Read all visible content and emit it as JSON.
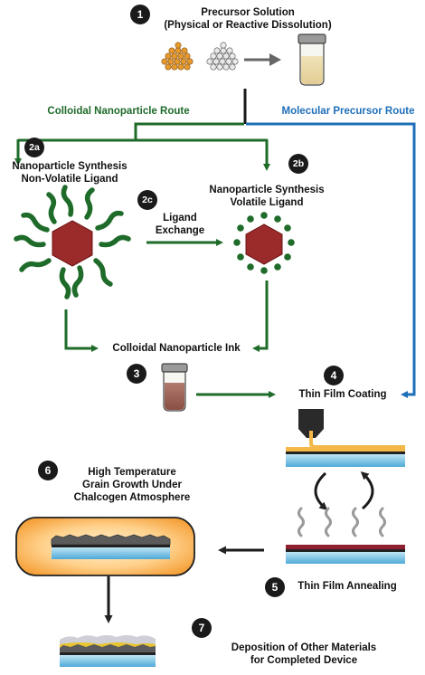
{
  "steps": {
    "s1": {
      "num": "1",
      "line1": "Precursor Solution",
      "line2": "(Physical or Reactive Dissolution)"
    },
    "s2a": {
      "num": "2a",
      "line1": "Nanoparticle Synthesis",
      "line2": "Non-Volatile Ligand"
    },
    "s2b": {
      "num": "2b",
      "line1": "Nanoparticle Synthesis",
      "line2": "Volatile Ligand"
    },
    "s2c": {
      "num": "2c",
      "line1": "Ligand",
      "line2": "Exchange"
    },
    "s3": {
      "num": "3",
      "label": "Colloidal Nanoparticle Ink"
    },
    "s4": {
      "num": "4",
      "label": "Thin Film Coating"
    },
    "s5": {
      "num": "5",
      "label": "Thin Film Annealing"
    },
    "s6": {
      "num": "6",
      "line1": "High Temperature",
      "line2": "Grain Growth Under",
      "line3": "Chalcogen Atmosphere"
    },
    "s7": {
      "num": "7",
      "line1": "Deposition of Other Materials",
      "line2": "for Completed Device"
    }
  },
  "routes": {
    "colloidal": "Colloidal Nanoparticle Route",
    "molecular": "Molecular Precursor Route"
  },
  "colors": {
    "green": "#1f6b2a",
    "blue": "#1f6fb8",
    "nanoparticle": "#9b2a2a",
    "badge": "#1a1a1a"
  },
  "icons": [
    "precursor-powder-orange-icon",
    "precursor-powder-white-icon",
    "vial-icon",
    "nanoparticle-icon",
    "coating-nozzle-icon",
    "furnace-icon",
    "heat-wave-icon",
    "film-stack-icon"
  ]
}
